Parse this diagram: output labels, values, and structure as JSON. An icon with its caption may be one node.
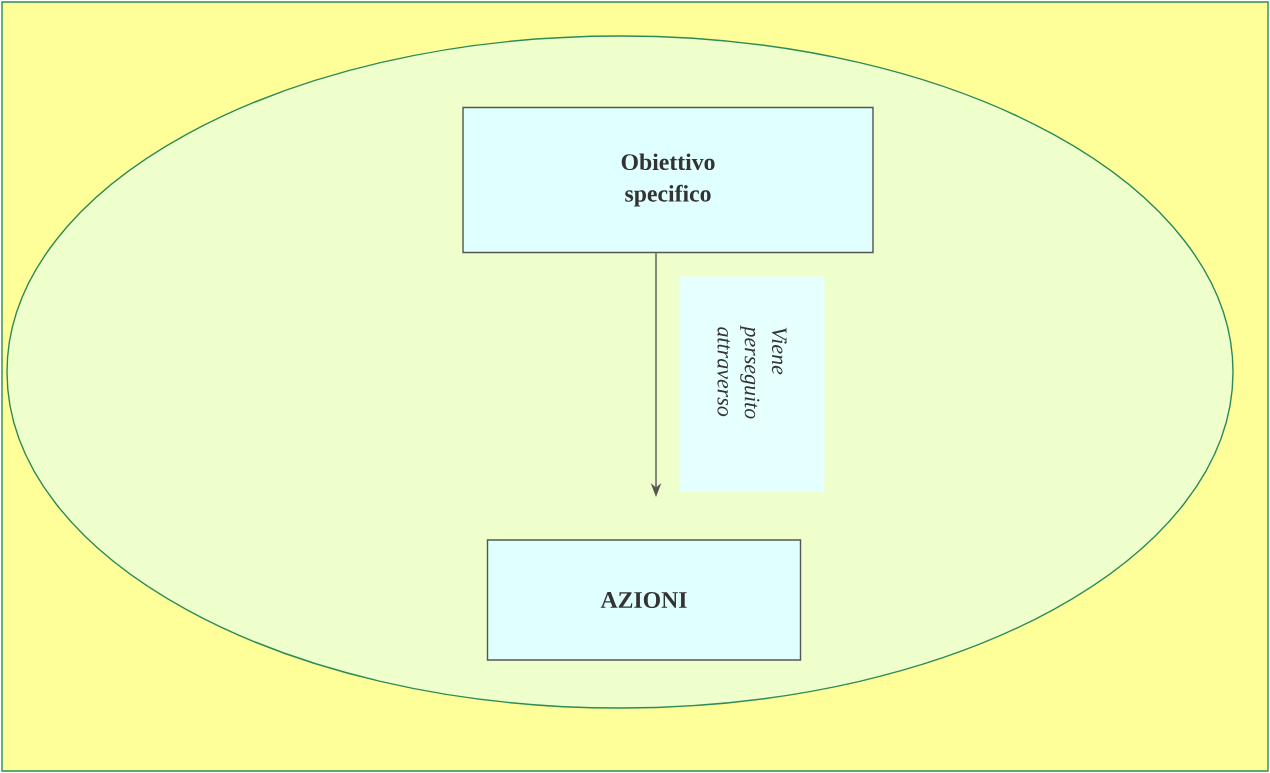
{
  "diagram": {
    "nodes": [
      {
        "text": [],
        "shape": "ellipse"
      },
      {
        "text": [
          "Obiettivo specifico"
        ],
        "in": 0
      },
      {
        "text": [
          "AZIONI"
        ],
        "in": 0
      }
    ],
    "edges": [
      {
        "from": 1,
        "to": 2,
        "arrow": "to",
        "label": "Viene perseguito attraverso"
      }
    ]
  }
}
